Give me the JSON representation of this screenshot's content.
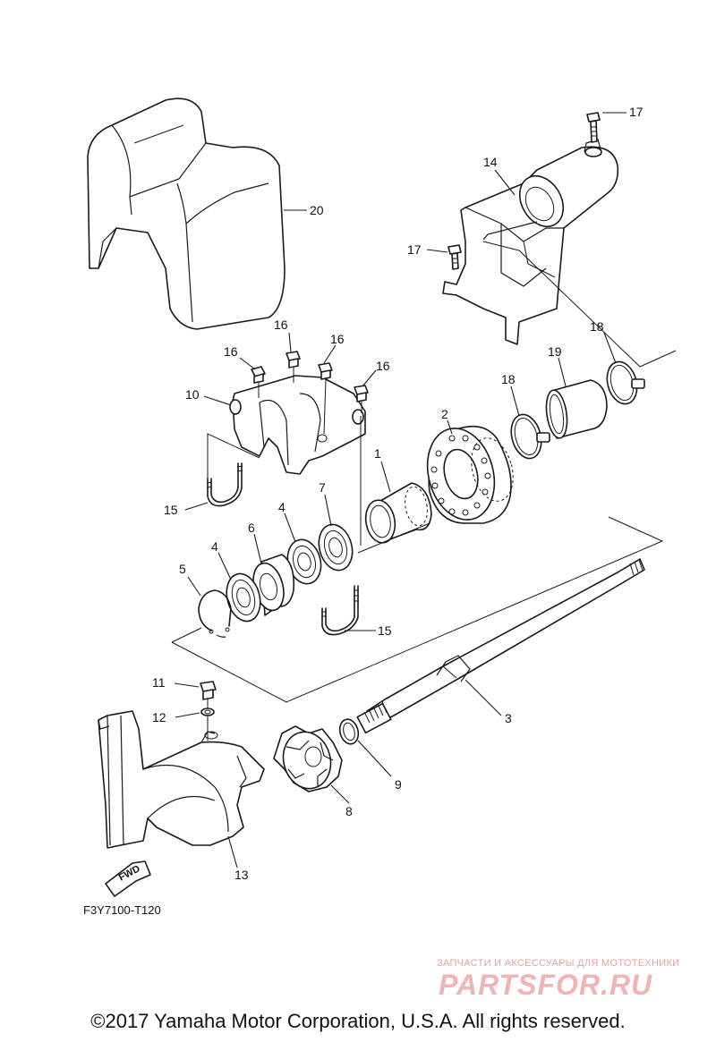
{
  "diagram": {
    "part_labels": {
      "p1": "1",
      "p2": "2",
      "p3": "3",
      "p4a": "4",
      "p4b": "4",
      "p5": "5",
      "p6": "6",
      "p7": "7",
      "p8": "8",
      "p9": "9",
      "p10": "10",
      "p11": "11",
      "p12": "12",
      "p13": "13",
      "p14": "14",
      "p15a": "15",
      "p15b": "15",
      "p16a": "16",
      "p16b": "16",
      "p16c": "16",
      "p16d": "16",
      "p17a": "17",
      "p17b": "17",
      "p18a": "18",
      "p18b": "18",
      "p19": "19",
      "p20": "20"
    },
    "fwd_label": "FWD",
    "diagram_code": "F3Y7100-T120"
  },
  "watermark": {
    "tagline": "ЗАПЧАСТИ И АКСЕССУАРЫ ДЛЯ МОТОТЕХНИКИ",
    "brand": "PARTSFOR.RU"
  },
  "copyright": "©2017 Yamaha Motor Corporation, U.S.A. All rights reserved."
}
